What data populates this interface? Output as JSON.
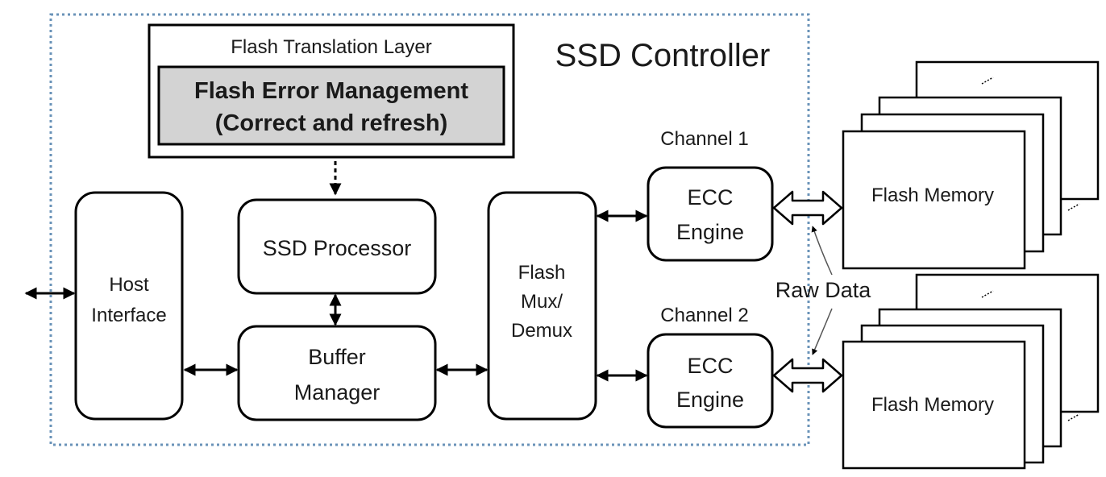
{
  "controller": {
    "title": "SSD Controller"
  },
  "ftl": {
    "title": "Flash Translation Layer",
    "error_mgmt_line1": "Flash Error Management",
    "error_mgmt_line2": "(Correct and refresh)"
  },
  "host_interface": {
    "line1": "Host",
    "line2": "Interface"
  },
  "ssd_processor": {
    "label": "SSD Processor"
  },
  "buffer_manager": {
    "line1": "Buffer",
    "line2": "Manager"
  },
  "flash_mux": {
    "line1": "Flash",
    "line2": "Mux/",
    "line3": "Demux"
  },
  "channels": [
    {
      "label": "Channel 1",
      "ecc_line1": "ECC",
      "ecc_line2": "Engine",
      "memory_label": "Flash Memory"
    },
    {
      "label": "Channel 2",
      "ecc_line1": "ECC",
      "ecc_line2": "Engine",
      "memory_label": "Flash Memory"
    }
  ],
  "raw_data": {
    "label": "Raw Data"
  },
  "colors": {
    "stroke": "#000000",
    "fill_gray": "#d3d3d3",
    "dotted_border": "#6a93b8"
  }
}
